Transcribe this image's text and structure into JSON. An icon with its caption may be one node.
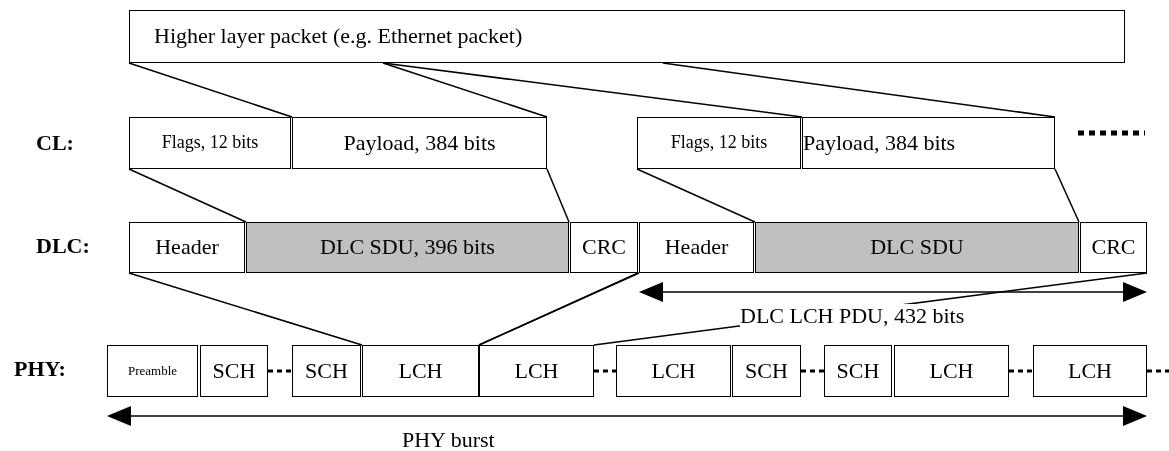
{
  "diagram": {
    "nodes": [
      {
        "text": [
          "Higher layer packet (e.g. Ethernet packet)"
        ]
      },
      {
        "text": [
          "Flags, 12 bits"
        ]
      },
      {
        "text": [
          "Payload, 384 bits"
        ]
      },
      {
        "text": [
          "Flags, 12 bits"
        ]
      },
      {
        "text": [
          "Payload, 384 bits"
        ]
      },
      {
        "text": [
          "Header"
        ]
      },
      {
        "text": [
          "DLC SDU, 396 bits"
        ]
      },
      {
        "text": [
          "CRC"
        ]
      },
      {
        "text": [
          "Header"
        ]
      },
      {
        "text": [
          "DLC SDU"
        ]
      },
      {
        "text": [
          "CRC"
        ]
      },
      {
        "text": [
          "Preamble"
        ]
      },
      {
        "text": [
          "SCH"
        ]
      },
      {
        "text": [
          "SCH"
        ]
      },
      {
        "text": [
          "LCH"
        ]
      },
      {
        "text": [
          "LCH"
        ]
      },
      {
        "text": [
          "LCH"
        ]
      },
      {
        "text": [
          "SCH"
        ]
      },
      {
        "text": [
          "SCH"
        ]
      },
      {
        "text": [
          "LCH"
        ]
      },
      {
        "text": [
          "LCH"
        ]
      }
    ],
    "edges": [
      {
        "from": 0,
        "to": 2,
        "arrow": "none"
      },
      {
        "from": 0,
        "to": 2,
        "arrow": "none"
      },
      {
        "from": 0,
        "to": 4,
        "arrow": "none"
      },
      {
        "from": 0,
        "to": 4,
        "arrow": "none"
      },
      {
        "from": 1,
        "to": 6,
        "arrow": "none"
      },
      {
        "from": 2,
        "to": 6,
        "arrow": "none"
      },
      {
        "from": 3,
        "to": 9,
        "arrow": "none"
      },
      {
        "from": 4,
        "to": 9,
        "arrow": "none"
      },
      {
        "from": 5,
        "to": 14,
        "arrow": "none"
      },
      {
        "from": 7,
        "to": 14,
        "arrow": "none"
      },
      {
        "from": 8,
        "to": 15,
        "arrow": "none"
      },
      {
        "from": 10,
        "to": 15,
        "arrow": "none"
      },
      {
        "from": 12,
        "to": 13,
        "arrow": "none",
        "style": "dashed"
      },
      {
        "from": 15,
        "to": 16,
        "arrow": "none",
        "style": "dashed"
      },
      {
        "from": 17,
        "to": 18,
        "arrow": "none",
        "style": "dashed"
      },
      {
        "from": 19,
        "to": 20,
        "arrow": "none",
        "style": "dashed"
      },
      {
        "from": 20,
        "to": null,
        "arrow": "none",
        "style": "dashed"
      }
    ],
    "labels": [
      "CL:",
      "DLC:",
      "DLC LCH PDU, 432 bits",
      "PHY:",
      "PHY burst"
    ]
  }
}
